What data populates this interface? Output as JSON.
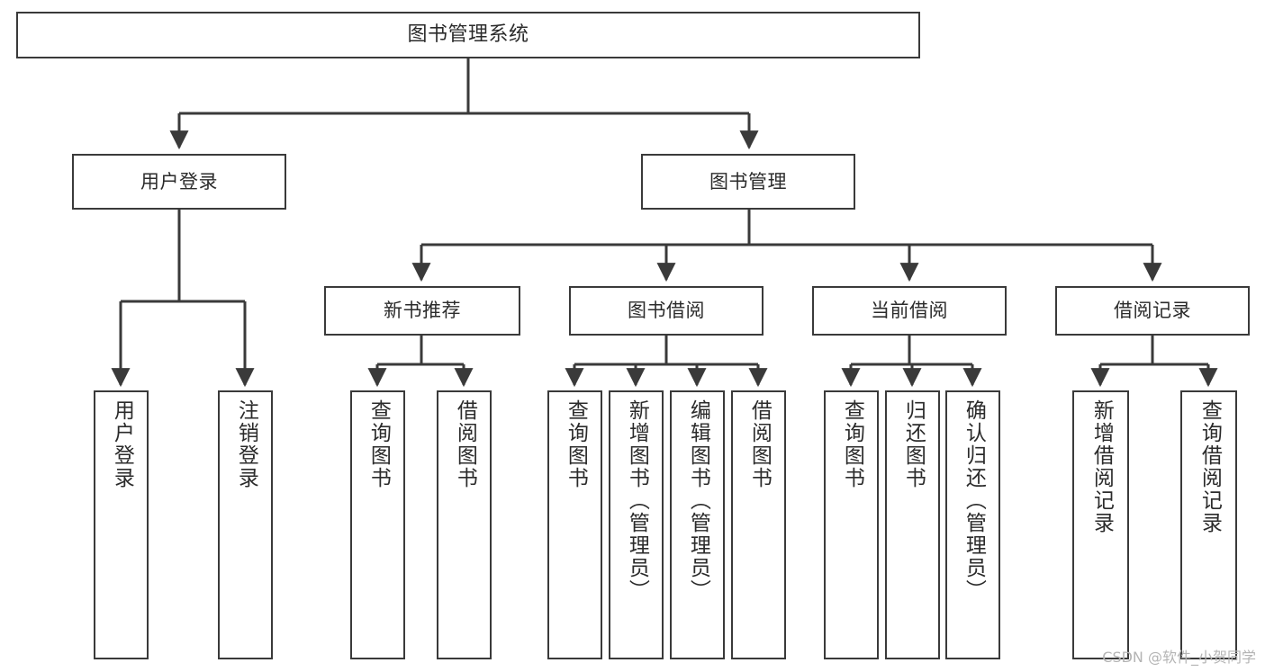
{
  "diagram": {
    "kind": "functional-structure-tree",
    "title": "图书管理系统",
    "watermark": "CSDN @软件_小贺同学",
    "colors": {
      "stroke": "#3a3a3a",
      "text": "#2b2b2b",
      "background": "#ffffff",
      "watermark": "#b4b4b4"
    },
    "nodes": {
      "root": "图书管理系统",
      "user_login": "用户登录",
      "book_manage": "图书管理",
      "new_book_rec": "新书推荐",
      "book_borrow": "图书借阅",
      "current_borrow": "当前借阅",
      "borrow_record": "借阅记录",
      "leaf_user_login": "用户登录",
      "leaf_logout": "注销登录",
      "leaf_query_book_1": "查询图书",
      "leaf_borrow_book_1": "借阅图书",
      "leaf_query_book_2": "查询图书",
      "leaf_add_book": "新增图书（管理员）",
      "leaf_edit_book": "编辑图书（管理员）",
      "leaf_borrow_book_2": "借阅图书",
      "leaf_query_book_3": "查询图书",
      "leaf_return_book": "归还图书",
      "leaf_confirm_return": "确认归还（管理员）",
      "leaf_add_record": "新增借阅记录",
      "leaf_query_record": "查询借阅记录"
    },
    "edges": [
      {
        "from": "root",
        "to": "user_login"
      },
      {
        "from": "root",
        "to": "book_manage"
      },
      {
        "from": "user_login",
        "to": "leaf_user_login"
      },
      {
        "from": "user_login",
        "to": "leaf_logout"
      },
      {
        "from": "book_manage",
        "to": "new_book_rec"
      },
      {
        "from": "book_manage",
        "to": "book_borrow"
      },
      {
        "from": "book_manage",
        "to": "current_borrow"
      },
      {
        "from": "book_manage",
        "to": "borrow_record"
      },
      {
        "from": "new_book_rec",
        "to": "leaf_query_book_1"
      },
      {
        "from": "new_book_rec",
        "to": "leaf_borrow_book_1"
      },
      {
        "from": "book_borrow",
        "to": "leaf_query_book_2"
      },
      {
        "from": "book_borrow",
        "to": "leaf_add_book"
      },
      {
        "from": "book_borrow",
        "to": "leaf_edit_book"
      },
      {
        "from": "book_borrow",
        "to": "leaf_borrow_book_2"
      },
      {
        "from": "current_borrow",
        "to": "leaf_query_book_3"
      },
      {
        "from": "current_borrow",
        "to": "leaf_return_book"
      },
      {
        "from": "current_borrow",
        "to": "leaf_confirm_return"
      },
      {
        "from": "borrow_record",
        "to": "leaf_add_record"
      },
      {
        "from": "borrow_record",
        "to": "leaf_query_record"
      }
    ]
  }
}
